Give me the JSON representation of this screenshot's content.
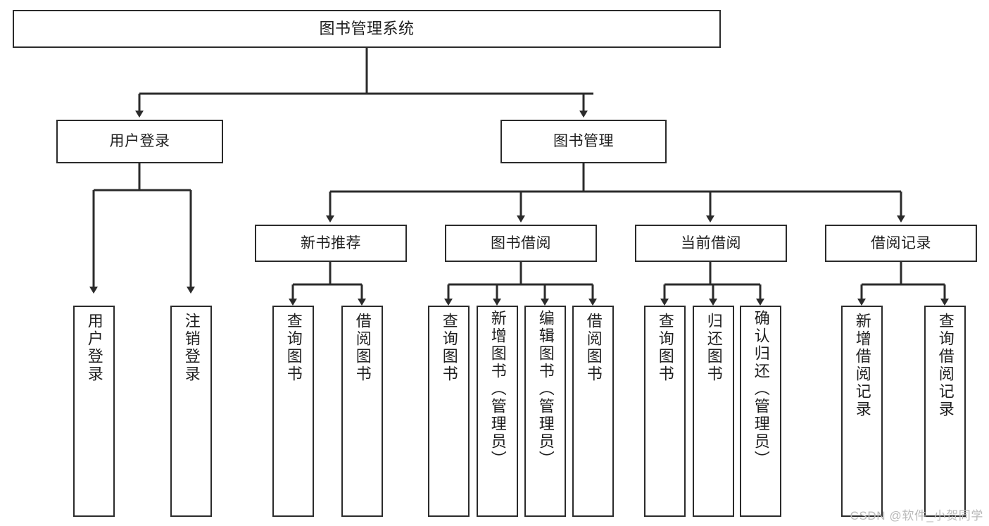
{
  "diagram": {
    "title": "图书管理系统",
    "type": "tree-hierarchy",
    "orientation": "top-down",
    "colors": {
      "stroke": "#2b2b2b",
      "fill": "#ffffff",
      "text": "#1f1f1f",
      "watermark": "#b9b9b9"
    },
    "watermark": "CSDN @软件_小贺同学",
    "nodes": {
      "root": {
        "label": "图书管理系统"
      },
      "level1": [
        {
          "id": "user-login",
          "label": "用户登录"
        },
        {
          "id": "book-management",
          "label": "图书管理"
        }
      ],
      "level2": [
        {
          "id": "new-book-recommend",
          "label": "新书推荐",
          "parent": "book-management"
        },
        {
          "id": "book-borrow",
          "label": "图书借阅",
          "parent": "book-management"
        },
        {
          "id": "current-borrow",
          "label": "当前借阅",
          "parent": "book-management"
        },
        {
          "id": "borrow-record",
          "label": "借阅记录",
          "parent": "book-management"
        }
      ],
      "leaves": [
        {
          "id": "leaf-user-login",
          "label": "用户登录",
          "parent": "user-login"
        },
        {
          "id": "leaf-logout-login",
          "label": "注销登录",
          "parent": "user-login"
        },
        {
          "id": "leaf-query-book-1",
          "label": "查询图书",
          "parent": "new-book-recommend"
        },
        {
          "id": "leaf-borrow-book-1",
          "label": "借阅图书",
          "parent": "new-book-recommend"
        },
        {
          "id": "leaf-query-book-2",
          "label": "查询图书",
          "parent": "book-borrow"
        },
        {
          "id": "leaf-add-book",
          "label": "新增图书（管理员）",
          "parent": "book-borrow"
        },
        {
          "id": "leaf-edit-book",
          "label": "编辑图书（管理员）",
          "parent": "book-borrow"
        },
        {
          "id": "leaf-borrow-book-2",
          "label": "借阅图书",
          "parent": "book-borrow"
        },
        {
          "id": "leaf-query-book-3",
          "label": "查询图书",
          "parent": "current-borrow"
        },
        {
          "id": "leaf-return-book",
          "label": "归还图书",
          "parent": "current-borrow"
        },
        {
          "id": "leaf-confirm-return",
          "label": "确认归还（管理员）",
          "parent": "current-borrow"
        },
        {
          "id": "leaf-add-record",
          "label": "新增借阅记录",
          "parent": "borrow-record"
        },
        {
          "id": "leaf-query-record",
          "label": "查询借阅记录",
          "parent": "borrow-record"
        }
      ]
    }
  }
}
